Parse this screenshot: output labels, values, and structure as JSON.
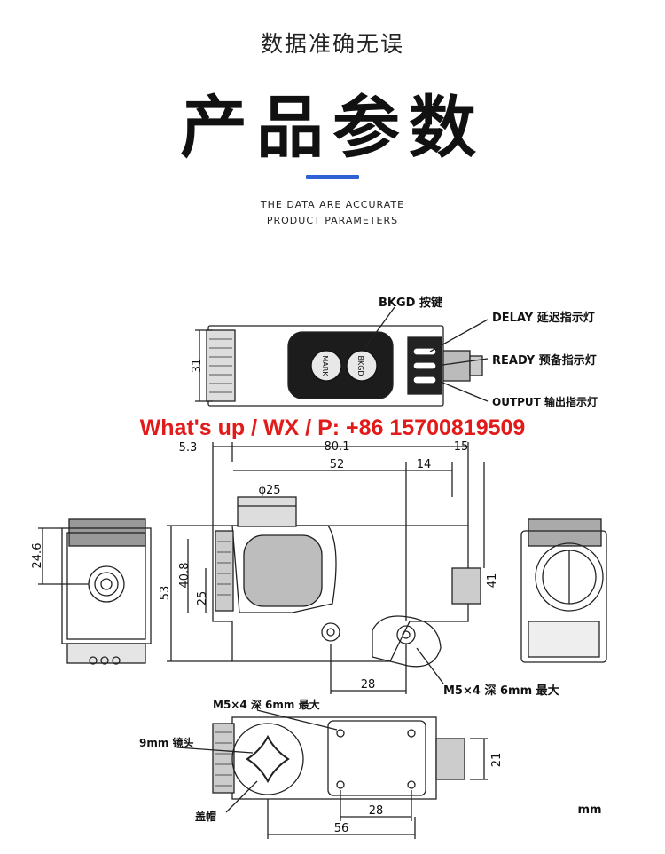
{
  "header": {
    "subtitle": "数据准确无误",
    "title": "产品参数",
    "en_line1": "THE DATA ARE ACCURATE",
    "en_line2": "PRODUCT PARAMETERS",
    "accent_color": "#2f62d6"
  },
  "watermark": {
    "text": "What's up / WX / P: +86 15700819509",
    "color": "#e21a1a"
  },
  "diagram": {
    "top_view": {
      "label_bkgd": "BKGD 按键",
      "label_delay": "DELAY 延迟指示灯",
      "label_ready": "READY 预备指示灯",
      "label_output": "OUTPUT 输出指示灯",
      "btn_mark": "MARK",
      "btn_bkgd": "BKGD",
      "dim_31": "31"
    },
    "front_view": {
      "dim_53": "5.3",
      "dim_801": "80.1",
      "dim_15": "15",
      "dim_52": "52",
      "dim_14": "14",
      "dim_phi25": "φ25",
      "dim_408": "40.8",
      "dim_25": "25",
      "dim_53h": "53",
      "dim_41": "41",
      "dim_28": "28",
      "label_m5": "M5×4 深 6mm 最大"
    },
    "left_view": {
      "dim_246": "24.6"
    },
    "bottom_view": {
      "label_m5": "M5×4 深 6mm 最大",
      "label_lens": "9mm 镜头",
      "label_cap": "盖帽",
      "dim_21": "21",
      "dim_28": "28",
      "dim_56": "56",
      "unit": "mm"
    }
  }
}
